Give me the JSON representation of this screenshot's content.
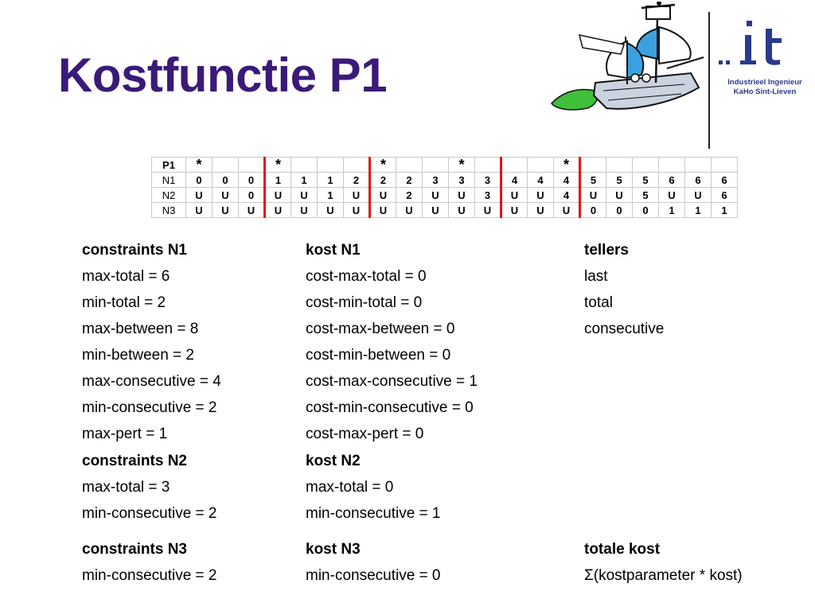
{
  "title": "Kostfunctie P1",
  "logo": {
    "mark": "..it",
    "line1": "Industrieel Ingenieur",
    "line2": "KaHo Sint-Lieven",
    "color": "#2a3a8c",
    "icon": "ship-clipart"
  },
  "table": {
    "rows": [
      {
        "label": "P1",
        "cells": [
          "*",
          "",
          "",
          "*",
          "",
          "",
          "",
          "*",
          "",
          "",
          "*",
          "",
          "",
          "",
          "*",
          "",
          "",
          "",
          "",
          "",
          ""
        ]
      },
      {
        "label": "N1",
        "cells": [
          "0",
          "0",
          "0",
          "1",
          "1",
          "1",
          "2",
          "2",
          "2",
          "3",
          "3",
          "3",
          "4",
          "4",
          "4",
          "5",
          "5",
          "5",
          "6",
          "6",
          "6"
        ]
      },
      {
        "label": "N2",
        "cells": [
          "U",
          "U",
          "0",
          "U",
          "U",
          "1",
          "U",
          "U",
          "2",
          "U",
          "U",
          "3",
          "U",
          "U",
          "4",
          "U",
          "U",
          "5",
          "U",
          "U",
          "6"
        ]
      },
      {
        "label": "N3",
        "cells": [
          "U",
          "U",
          "U",
          "U",
          "U",
          "U",
          "U",
          "U",
          "U",
          "U",
          "U",
          "U",
          "U",
          "U",
          "U",
          "0",
          "0",
          "0",
          "1",
          "1",
          "1"
        ]
      }
    ],
    "separator_color": "#e01515"
  },
  "left": {
    "n1_header": "constraints N1",
    "n1_items": [
      "max-total = 6",
      "min-total = 2",
      "max-between = 8",
      "min-between = 2",
      "max-consecutive = 4",
      "min-consecutive = 2",
      "max-pert = 1"
    ],
    "n2_header": "constraints N2",
    "n2_items": [
      "max-total = 3",
      "min-consecutive = 2"
    ],
    "n3_header": "constraints N3",
    "n3_items": [
      "min-consecutive = 2"
    ]
  },
  "middle": {
    "n1_header": "kost N1",
    "n1_items": [
      "cost-max-total = 0",
      "cost-min-total = 0",
      "cost-max-between = 0",
      "cost-min-between = 0",
      "cost-max-consecutive = 1",
      "cost-min-consecutive = 0",
      "cost-max-pert = 0"
    ],
    "n2_header": "kost N2",
    "n2_items": [
      "max-total = 0",
      "min-consecutive = 1"
    ],
    "n3_header": "kost N3",
    "n3_items": [
      "min-consecutive = 0"
    ]
  },
  "right": {
    "tellers_header": "tellers",
    "tellers_items": [
      "last",
      "total",
      "consecutive"
    ],
    "totale_header": "totale kost",
    "totale_formula": "Σ(kostparameter * kost)"
  },
  "colors": {
    "title": "#3a1a78"
  }
}
